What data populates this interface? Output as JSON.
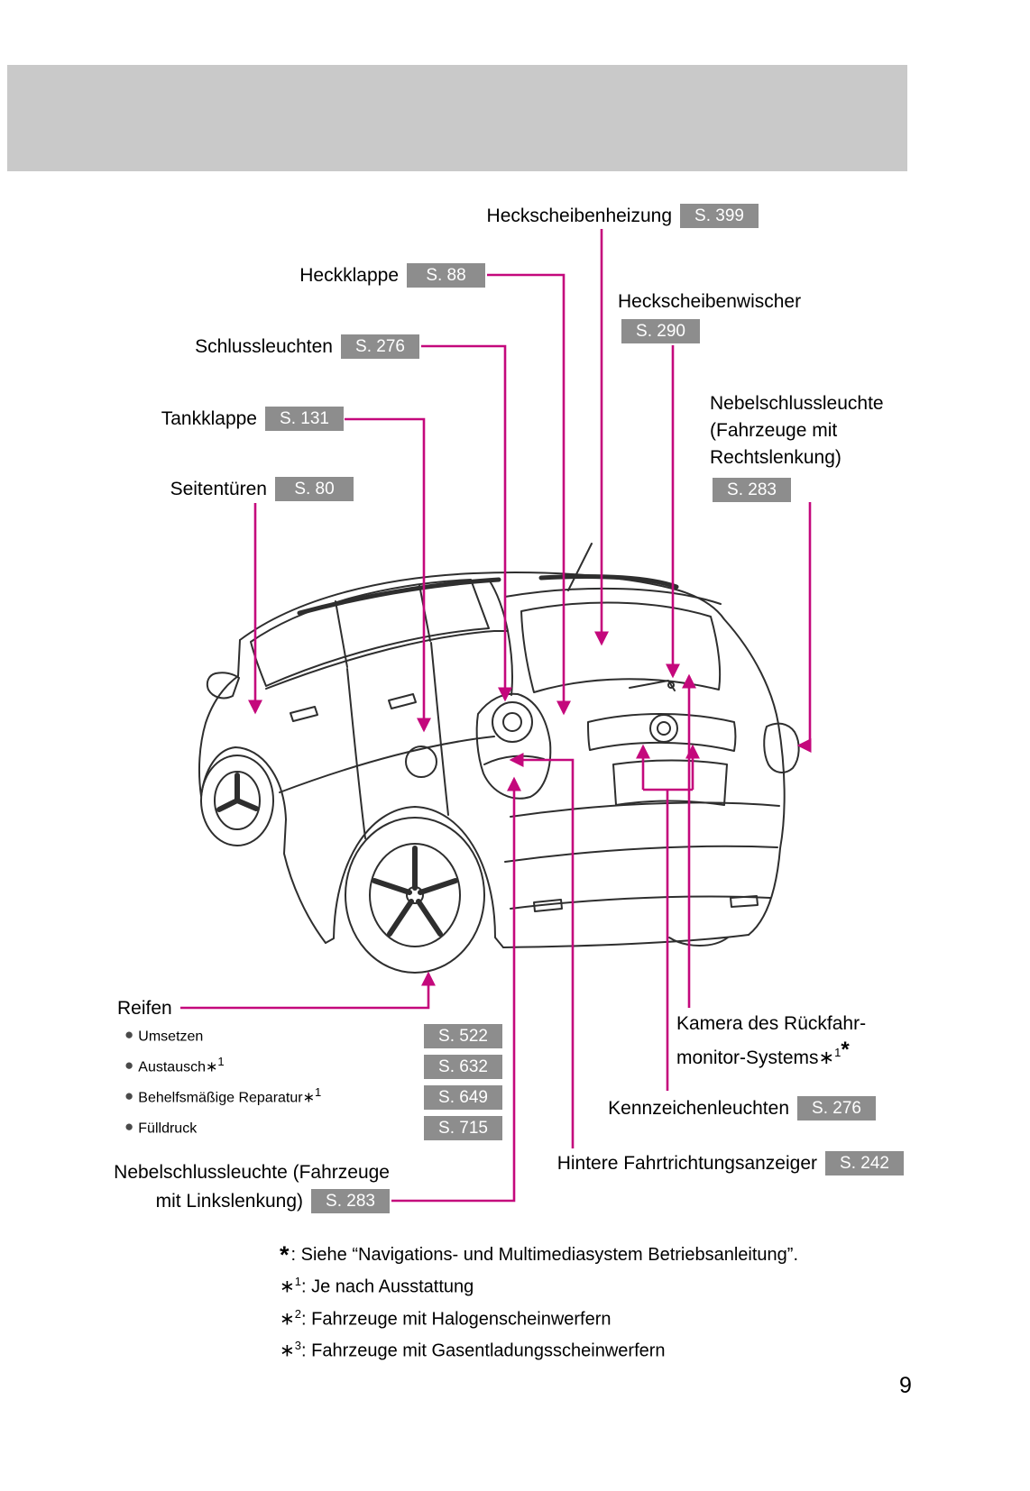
{
  "page": {
    "number": "9"
  },
  "colors": {
    "accent": "#c4087c",
    "badge_bg": "#8d8d8d",
    "badge_text": "#ffffff",
    "header_bg": "#c9c9c9",
    "line": "#2e2e2e",
    "text": "#000000"
  },
  "callouts": {
    "heckscheibenheizung": {
      "label": "Heckscheibenheizung",
      "page_ref": "S. 399"
    },
    "heckklappe": {
      "label": "Heckklappe",
      "page_ref": "S. 88"
    },
    "heckscheibenwischer": {
      "label": "Heckscheibenwischer",
      "page_ref": "S. 290"
    },
    "schlussleuchten": {
      "label": "Schlussleuchten",
      "page_ref": "S. 276"
    },
    "tankklappe": {
      "label": "Tankklappe",
      "page_ref": "S. 131"
    },
    "nebelschlussleuchte_rechtslenkung": {
      "line1": "Nebelschlussleuchte",
      "line2": "(Fahrzeuge mit",
      "line3": "Rechtslenkung)",
      "page_ref": "S. 283"
    },
    "seitentueren": {
      "label": "Seitentüren",
      "page_ref": "S. 80"
    },
    "reifen": {
      "label": "Reifen",
      "items": [
        {
          "bullet": "●",
          "text": "Umsetzen",
          "ast": "",
          "sup": "",
          "page_ref": "S. 522"
        },
        {
          "bullet": "●",
          "text": "Austausch",
          "ast": "∗",
          "sup": "1",
          "page_ref": "S. 632"
        },
        {
          "bullet": "●",
          "text": "Behelfsmäßige Reparatur",
          "ast": "∗",
          "sup": "1",
          "page_ref": "S. 649"
        },
        {
          "bullet": "●",
          "text": "Fülldruck",
          "ast": "",
          "sup": "",
          "page_ref": "S. 715"
        }
      ]
    },
    "nebelschlussleuchte_linkslenkung": {
      "line1": "Nebelschlussleuchte (Fahrzeuge",
      "line2": "mit Linkslenkung)",
      "page_ref": "S. 283"
    },
    "kamera": {
      "line1": "Kamera des Rückfahr-",
      "line2": "monitor-Systems",
      "ast": "∗",
      "sup": "1",
      "star": "*"
    },
    "kennzeichenleuchten": {
      "label": "Kennzeichenleuchten",
      "page_ref": "S. 276"
    },
    "hintere_fahrtrichtungsanzeiger": {
      "label": "Hintere Fahrtrichtungsanzeiger",
      "page_ref": "S. 242"
    }
  },
  "footnotes": {
    "star_note": {
      "star": "*",
      "text": ": Siehe “Navigations- und Multimediasystem Betriebsanleitung”."
    },
    "items": [
      {
        "ast": "∗",
        "sup": "1",
        "text": ": Je nach Ausstattung"
      },
      {
        "ast": "∗",
        "sup": "2",
        "text": ": Fahrzeuge mit Halogenscheinwerfern"
      },
      {
        "ast": "∗",
        "sup": "3",
        "text": ": Fahrzeuge mit Gasentladungsscheinwerfern"
      }
    ]
  }
}
